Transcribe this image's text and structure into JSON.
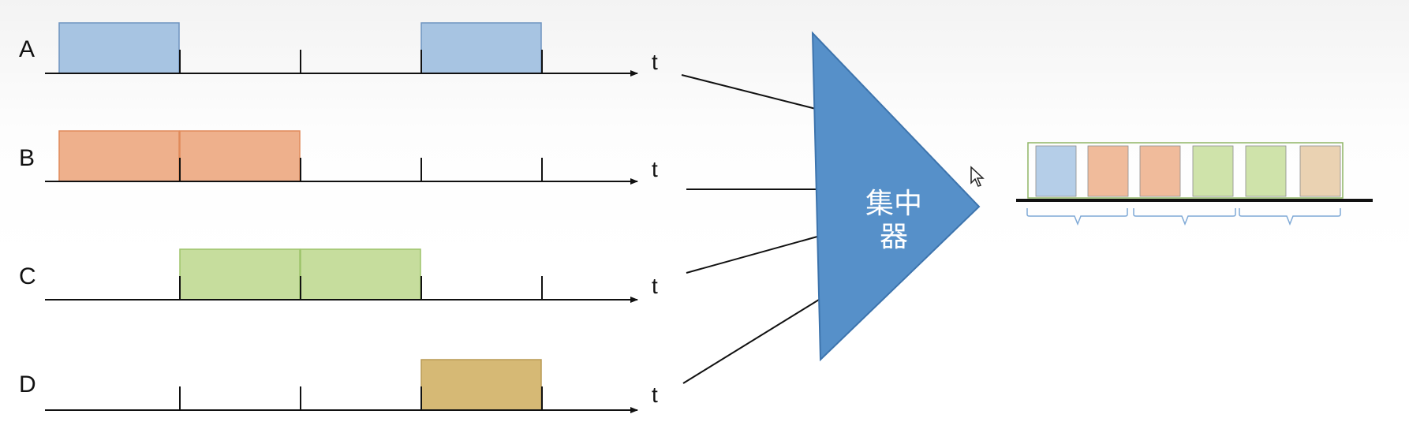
{
  "channels": [
    {
      "name": "A",
      "axis_label": "t",
      "color": "#a7c4e2",
      "border": "#6f93c0",
      "slots": [
        1,
        4
      ]
    },
    {
      "name": "B",
      "axis_label": "t",
      "color": "#eeb08c",
      "border": "#e08a5b",
      "slots": [
        1,
        2
      ]
    },
    {
      "name": "C",
      "axis_label": "t",
      "color": "#c6dd9d",
      "border": "#9dc46b",
      "slots": [
        2,
        3
      ]
    },
    {
      "name": "D",
      "axis_label": "t",
      "color": "#d6b975",
      "border": "#b99a55",
      "slots": [
        4
      ]
    }
  ],
  "multiplexer": {
    "label_line1": "集中",
    "label_line2": "器",
    "color": "#5690c9",
    "border": "#3d74ad"
  },
  "output_frame": {
    "border_color": "#8fb565",
    "slot_colors": [
      "#b5cee8",
      "#f0bb9b",
      "#f0bb9b",
      "#cfe3aa",
      "#cfe3aa",
      "#ead2b2"
    ]
  }
}
